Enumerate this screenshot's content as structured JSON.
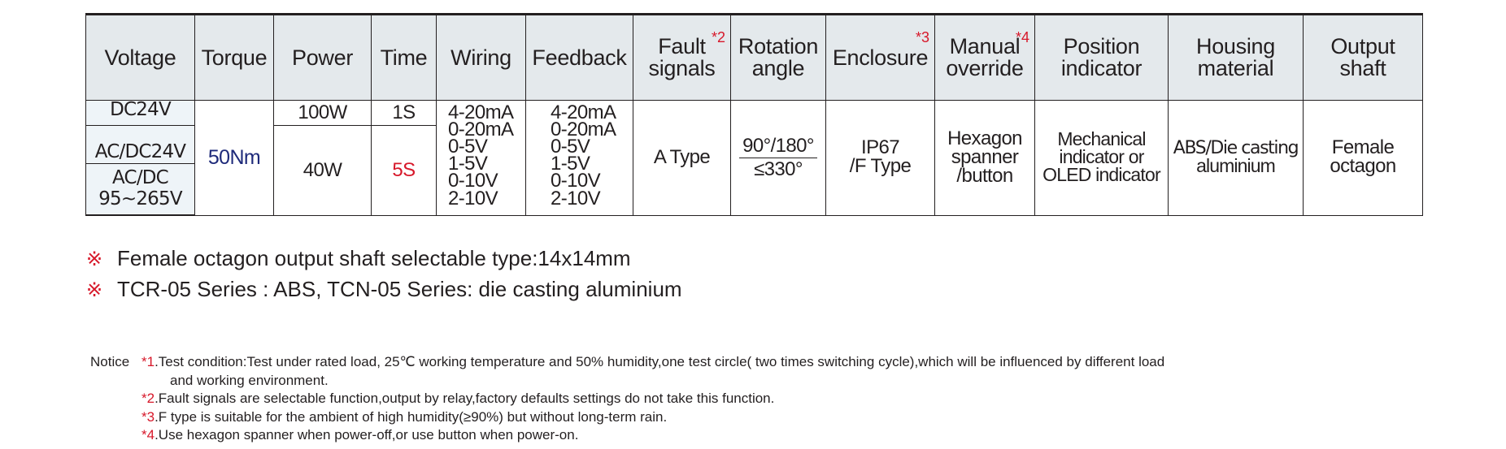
{
  "table": {
    "headers": [
      {
        "line1": "Voltage",
        "line2": "",
        "note": ""
      },
      {
        "line1": "Torque",
        "line2": "",
        "note": ""
      },
      {
        "line1": "Power",
        "line2": "",
        "note": ""
      },
      {
        "line1": "Time",
        "line2": "",
        "note": ""
      },
      {
        "line1": "Wiring",
        "line2": "",
        "note": ""
      },
      {
        "line1": "Feedback",
        "line2": "",
        "note": ""
      },
      {
        "line1": "Fault",
        "line2": "signals",
        "note": "*2"
      },
      {
        "line1": "Rotation",
        "line2": "angle",
        "note": ""
      },
      {
        "line1": "Enclosure",
        "line2": "",
        "note": "*3"
      },
      {
        "line1": "Manual",
        "line2": "override",
        "note": "*4"
      },
      {
        "line1": "Position",
        "line2": "indicator",
        "note": ""
      },
      {
        "line1": "Housing",
        "line2": "material",
        "note": ""
      },
      {
        "line1": "Output",
        "line2": "shaft",
        "note": ""
      }
    ],
    "voltage": [
      "DC24V",
      "AC/DC24V",
      "AC/DC",
      "95~265V"
    ],
    "torque": "50Nm",
    "power": [
      "100W",
      "40W"
    ],
    "time": [
      "1S",
      "5S"
    ],
    "wiring": [
      "4-20mA",
      "0-20mA",
      "0-5V",
      "1-5V",
      "0-10V",
      "2-10V"
    ],
    "feedback": [
      "4-20mA",
      "0-20mA",
      "0-5V",
      "1-5V",
      "0-10V",
      "2-10V"
    ],
    "fault_signals": "A Type",
    "rotation_angle": {
      "top": "90°/180°",
      "bottom": "≤330°"
    },
    "enclosure": [
      "IP67",
      "/F Type"
    ],
    "manual_override": [
      "Hexagon",
      "spanner",
      "/button"
    ],
    "position_indicator": [
      "Mechanical",
      "indicator or",
      "OLED indicator"
    ],
    "housing_material": [
      "ABS/Die casting",
      "aluminium"
    ],
    "output_shaft": [
      "Female",
      "octagon"
    ]
  },
  "remarks": {
    "symbol": "※",
    "items": [
      "Female octagon output shaft selectable type:14x14mm",
      "TCR-05 Series : ABS, TCN-05 Series: die casting aluminium"
    ]
  },
  "notice": {
    "label": "Notice",
    "items": [
      {
        "num": "*1",
        "text": ".Test condition:Test under rated load, 25℃ working temperature and 50% humidity,one test circle( two times switching cycle),which will be influenced by different load",
        "cont": "and working environment."
      },
      {
        "num": "*2",
        "text": ".Fault signals are selectable function,output by relay,factory defaults settings do not take this function."
      },
      {
        "num": "*3",
        "text": ".F type is suitable for the ambient of high humidity(≥90%) but without long-term rain."
      },
      {
        "num": "*4",
        "text": ".Use hexagon spanner when power-off,or use button when power-on."
      }
    ]
  },
  "colors": {
    "header_bg": "#e4e9ec",
    "voltage_bg": "#eef4f8",
    "accent_red": "#d7182a",
    "torque_blue": "#1e2a7a",
    "text": "#231f20"
  }
}
